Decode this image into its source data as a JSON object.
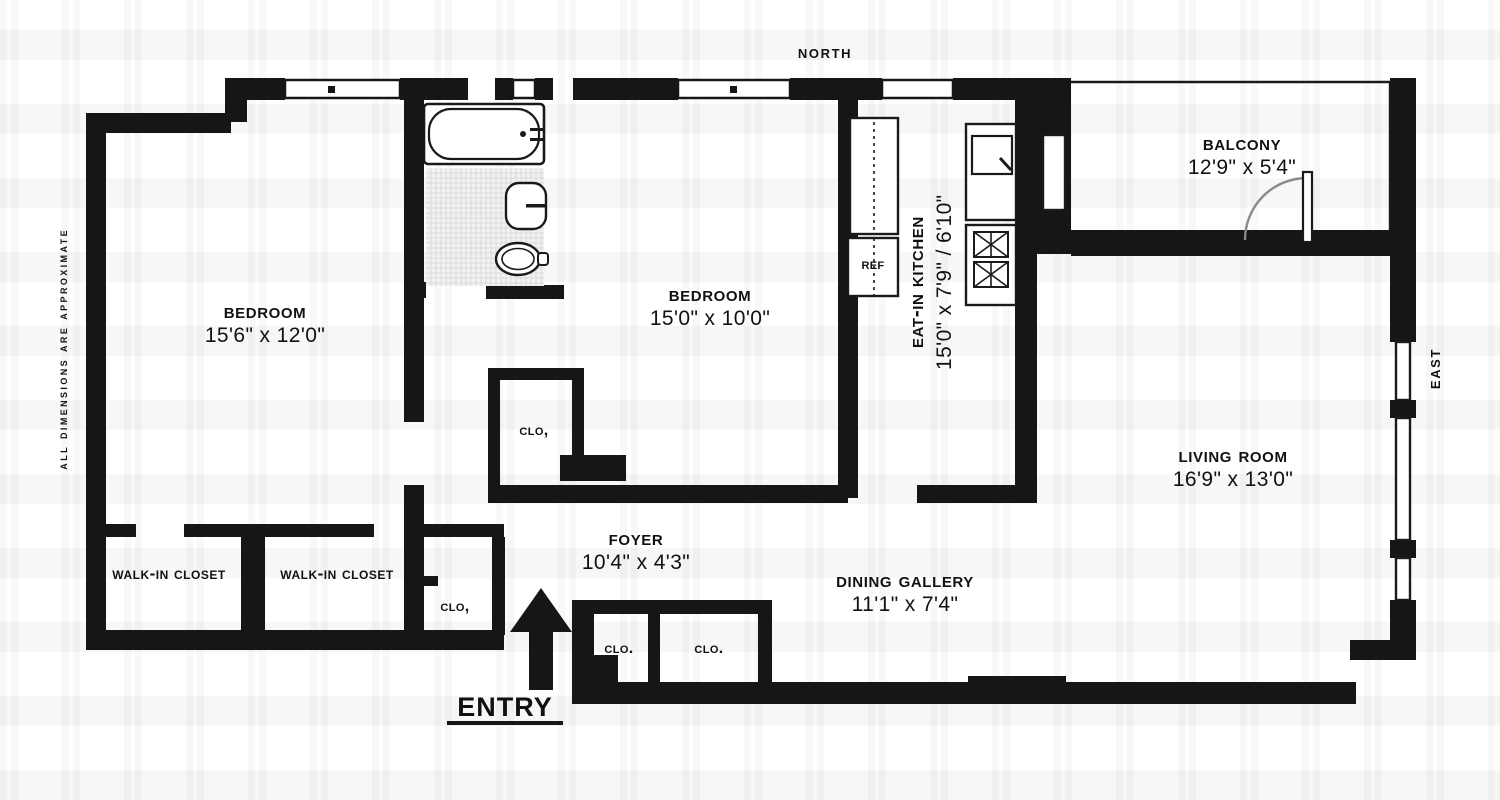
{
  "document": {
    "type": "floor-plan",
    "disclaimer": "All Dimensions Are Approximate",
    "entry_label": "ENTRY"
  },
  "compass": {
    "north": "North",
    "east": "East"
  },
  "rooms": [
    {
      "key": "bedroom_master",
      "name": "Bedroom",
      "dimensions": "15'6\" x 12'0\""
    },
    {
      "key": "bedroom_second",
      "name": "Bedroom",
      "dimensions": "15'0\" x 10'0\""
    },
    {
      "key": "kitchen",
      "name": "Eat-In Kitchen",
      "dimensions": "15'0\" x 7'9\" / 6'10\""
    },
    {
      "key": "balcony",
      "name": "Balcony",
      "dimensions": "12'9\" x 5'4\""
    },
    {
      "key": "living_room",
      "name": "Living Room",
      "dimensions": "16'9\" x 13'0\""
    },
    {
      "key": "foyer",
      "name": "Foyer",
      "dimensions": "10'4\" x 4'3\""
    },
    {
      "key": "dining_gallery",
      "name": "Dining Gallery",
      "dimensions": "11'1\" x 7'4\""
    }
  ],
  "closets": [
    {
      "key": "walkin_left",
      "name": "Walk-In Closet"
    },
    {
      "key": "walkin_right",
      "name": "Walk-In Closet"
    },
    {
      "key": "clo_hall",
      "name": "Clo,"
    },
    {
      "key": "clo_bedroom",
      "name": "Clo,"
    },
    {
      "key": "clo_foyer_left",
      "name": "Clo."
    },
    {
      "key": "clo_foyer_right",
      "name": "Clo."
    }
  ],
  "fixtures": {
    "refrigerator": "Ref",
    "bathtub": "bathtub",
    "sink": "sink",
    "toilet": "toilet",
    "kitchen_sink": "kitchen-sink",
    "range": "range-burners"
  },
  "colors": {
    "wall": "#161616",
    "background": "#ffffff",
    "line": "#1a1a1a",
    "text": "#111111"
  }
}
